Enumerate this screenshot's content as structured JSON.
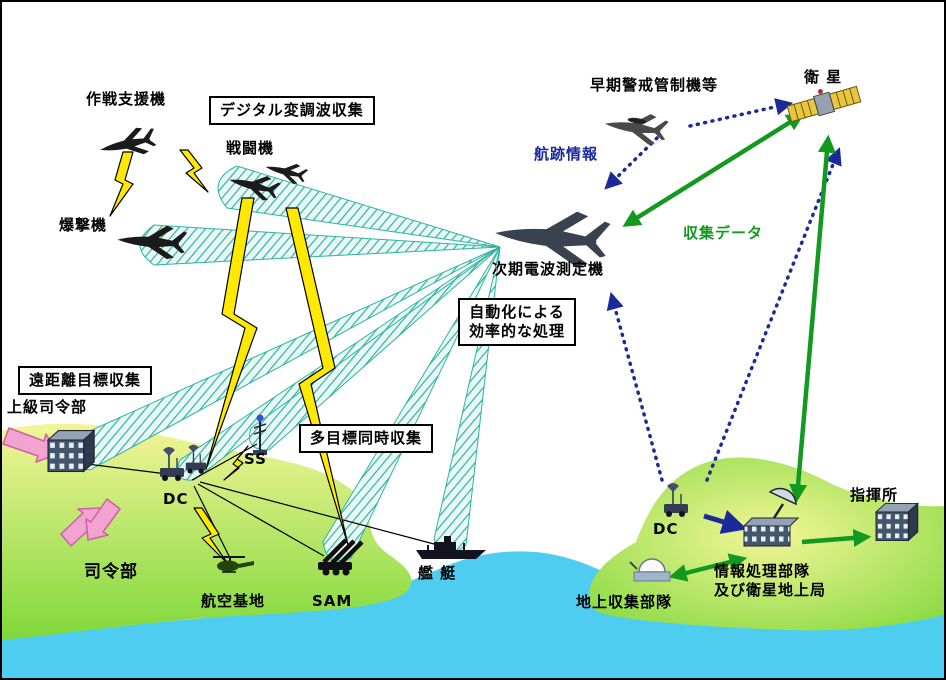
{
  "diagram": {
    "labels": {
      "support_aircraft": "作戦支援機",
      "digital_collection": "デジタル変調波収集",
      "fighter": "戦闘機",
      "bomber": "爆撃機",
      "early_warning": "早期警戒管制機等",
      "satellite": "衛 星",
      "track_info": "航跡情報",
      "collected_data": "収集データ",
      "sigint_aircraft": "次期電波測定機",
      "automation_line1": "自動化による",
      "automation_line2": "効率的な処理",
      "long_range_collection": "遠距離目標収集",
      "senior_hq": "上級司令部",
      "ss": "SS",
      "multi_target_collection": "多目標同時収集",
      "dc_left": "DC",
      "hq": "司令部",
      "air_base": "航空基地",
      "sam": "SAM",
      "ships": "艦 艇",
      "dc_right": "DC",
      "command_post": "指揮所",
      "ground_collection_unit": "地上収集部隊",
      "info_processing_line1": "情報処理部隊",
      "info_processing_line2": "及び衛星地上局"
    },
    "colors": {
      "beam_teal": "#2fb3a3",
      "lightning_yellow": "#ffe900",
      "blue_dotted": "#1b2a9b",
      "green_arrow": "#12991f",
      "pink_arrow": "#f2a3cf",
      "pink_arrow_edge": "#cf5fa8",
      "water_blue": "#4fcdf0",
      "land_yellow": "#f3f598",
      "land_green": "#7fd83a"
    }
  }
}
